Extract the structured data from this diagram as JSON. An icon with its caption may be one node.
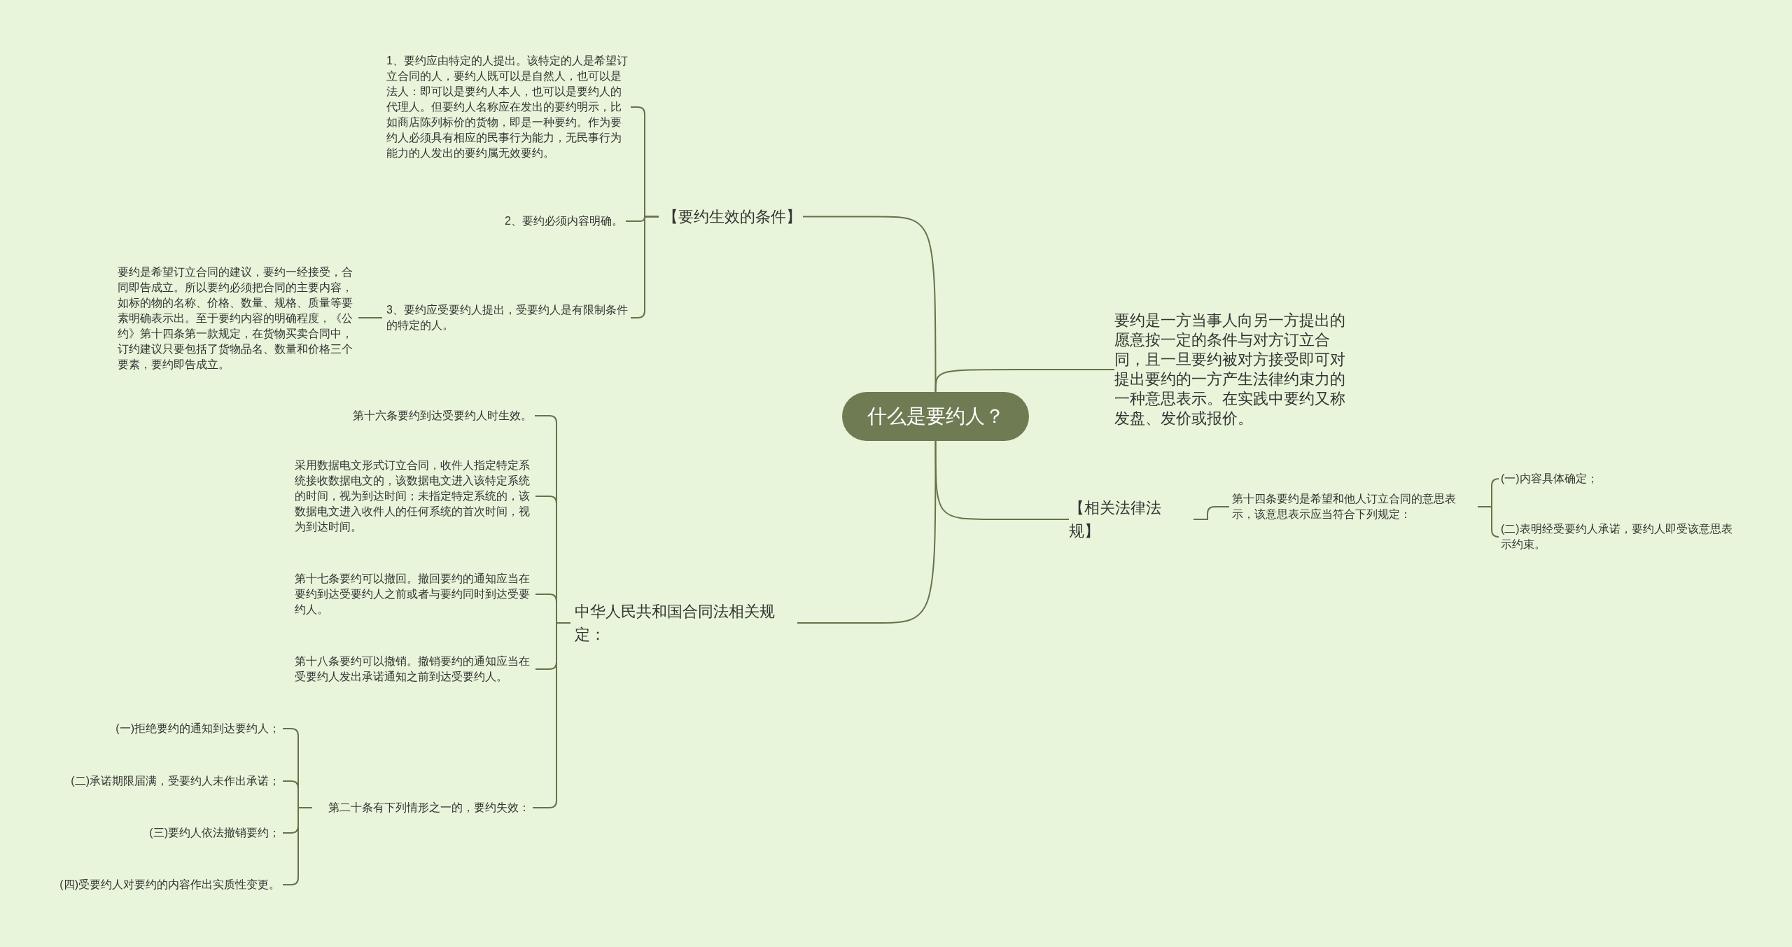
{
  "diagram": {
    "nodes": [
      {
        "text": [
          "什么是要约人？"
        ]
      },
      {
        "text": [
          "【要约生效的条件】"
        ]
      },
      {
        "text": [
          "1、要约应由特定的人提出。该特定的人是希望订立合同的人，要约人既可以是自然人，也可以是法人：即可以是要约人本人，也可以是要约人的代理人。但要约人名称应在发出的要约明示，比如商店陈列标价的货物，即是一种要约。作为要约人必须具有相应的民事行为能力，无民事行为能力的人发出的要约属无效要约。"
        ]
      },
      {
        "text": [
          "2、要约必须内容明确。"
        ]
      },
      {
        "text": [
          "3、要约应受要约人提出，受要约人是有限制条件的特定的人。"
        ]
      },
      {
        "text": [
          "要约是希望订立合同的建议，要约一经接受，合同即告成立。所以要约必须把合同的主要内容，如标的物的名称、价格、数量、规格、质量等要素明确表示出。至于要约内容的明确程度，《公约》第十四条第一款规定，在货物买卖合同中，订约建议只要包括了货物品名、数量和价格三个要素，要约即告成立。"
        ]
      },
      {
        "text": [
          "要约是一方当事人向另一方提出的愿意按一定的条件与对方订立合同，且一旦要约被对方接受即可对提出要约的一方产生法律约束力的一种意思表示。在实践中要约又称发盘、发价或报价。"
        ]
      },
      {
        "text": [
          "【相关法律法规】"
        ]
      },
      {
        "text": [
          "第十四条要约是希望和他人订立合同的意思表示，该意思表示应当符合下列规定："
        ]
      },
      {
        "text": [
          "(一)内容具体确定；"
        ]
      },
      {
        "text": [
          "(二)表明经受要约人承诺，要约人即受该意思表示约束。"
        ]
      },
      {
        "text": [
          "中华人民共和国合同法相关规定："
        ]
      },
      {
        "text": [
          "第十六条要约到达受要约人时生效。"
        ]
      },
      {
        "text": [
          "采用数据电文形式订立合同，收件人指定特定系统接收数据电文的，该数据电文进入该特定系统的时间，视为到达时间；未指定特定系统的，该数据电文进入收件人的任何系统的首次时间，视为到达时间。"
        ]
      },
      {
        "text": [
          "第十七条要约可以撤回。撤回要约的通知应当在要约到达受要约人之前或者与要约同时到达受要约人。"
        ]
      },
      {
        "text": [
          "第十八条要约可以撤销。撤销要约的通知应当在受要约人发出承诺通知之前到达受要约人。"
        ]
      },
      {
        "text": [
          "第二十条有下列情形之一的，要约失效："
        ]
      },
      {
        "text": [
          "(一)拒绝要约的通知到达要约人；"
        ]
      },
      {
        "text": [
          "(二)承诺期限届满，受要约人未作出承诺；"
        ]
      },
      {
        "text": [
          "(三)要约人依法撤销要约；"
        ]
      },
      {
        "text": [
          "(四)受要约人对要约的内容作出实质性变更。"
        ]
      }
    ],
    "edges": [
      {
        "from": 0,
        "to": 1,
        "arrow": "none"
      },
      {
        "from": 1,
        "to": 2,
        "arrow": "none"
      },
      {
        "from": 1,
        "to": 3,
        "arrow": "none"
      },
      {
        "from": 1,
        "to": 4,
        "arrow": "none"
      },
      {
        "from": 4,
        "to": 5,
        "arrow": "none"
      },
      {
        "from": 0,
        "to": 6,
        "arrow": "none"
      },
      {
        "from": 0,
        "to": 7,
        "arrow": "none"
      },
      {
        "from": 7,
        "to": 8,
        "arrow": "none"
      },
      {
        "from": 8,
        "to": 9,
        "arrow": "none"
      },
      {
        "from": 8,
        "to": 10,
        "arrow": "none"
      },
      {
        "from": 0,
        "to": 11,
        "arrow": "none"
      },
      {
        "from": 11,
        "to": 12,
        "arrow": "none"
      },
      {
        "from": 11,
        "to": 13,
        "arrow": "none"
      },
      {
        "from": 11,
        "to": 14,
        "arrow": "none"
      },
      {
        "from": 11,
        "to": 15,
        "arrow": "none"
      },
      {
        "from": 11,
        "to": 16,
        "arrow": "none"
      },
      {
        "from": 16,
        "to": 17,
        "arrow": "none"
      },
      {
        "from": 16,
        "to": 18,
        "arrow": "none"
      },
      {
        "from": 16,
        "to": 19,
        "arrow": "none"
      },
      {
        "from": 16,
        "to": 20,
        "arrow": "none"
      }
    ]
  }
}
